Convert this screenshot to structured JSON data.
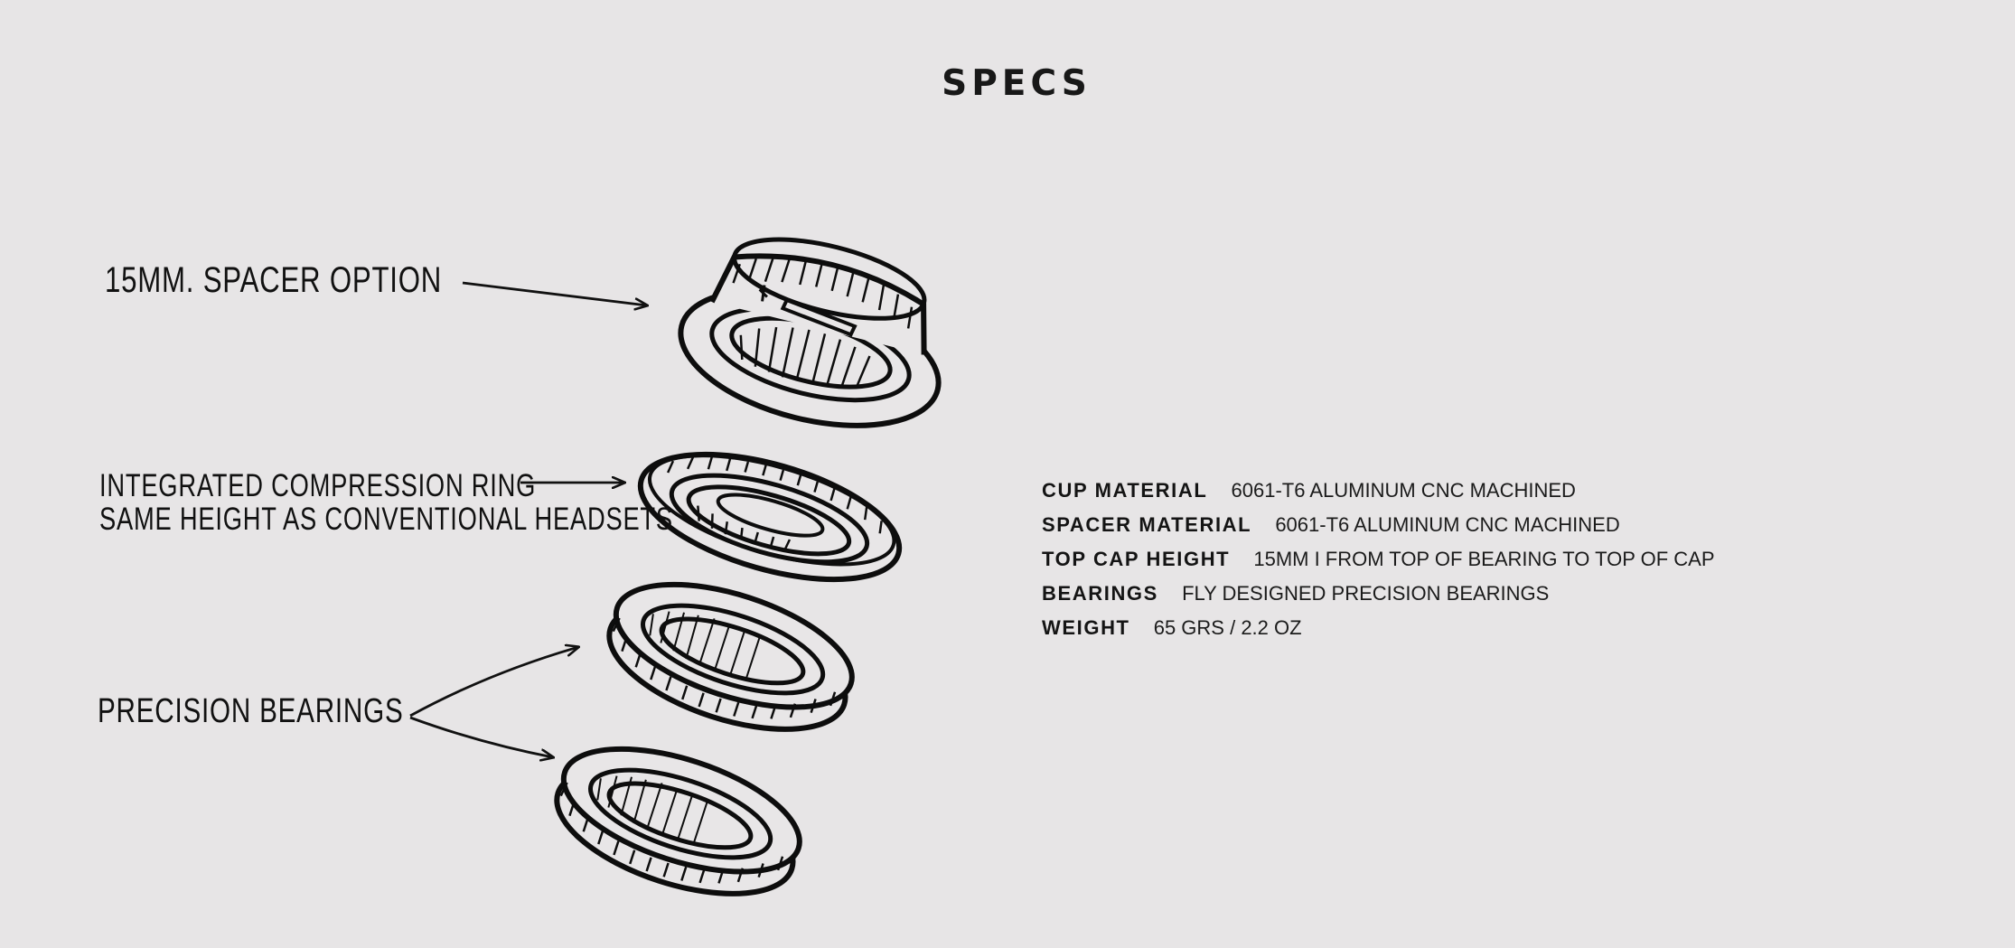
{
  "page": {
    "title": "SPECS"
  },
  "illustration": {
    "annotations": [
      "15MM.   SPACER OPTION",
      "INTEGRATED COMPRESSION RING",
      "SAME HEIGHT AS CONVENTIONAL HEADSETS",
      "PRECISION   BEARINGS"
    ],
    "parts": [
      "spacer-cup",
      "compression-ring",
      "upper-bearing",
      "lower-bearing"
    ]
  },
  "specs": [
    {
      "key": "CUP MATERIAL",
      "value": "6061-T6 ALUMINUM CNC MACHINED"
    },
    {
      "key": "SPACER MATERIAL",
      "value": "6061-T6 ALUMINUM CNC MACHINED"
    },
    {
      "key": "TOP CAP HEIGHT",
      "value": "15MM I FROM TOP OF BEARING TO TOP OF CAP"
    },
    {
      "key": "BEARINGS",
      "value": "FLY DESIGNED PRECISION BEARINGS"
    },
    {
      "key": "WEIGHT",
      "value": "65 GRS / 2.2 OZ"
    }
  ]
}
